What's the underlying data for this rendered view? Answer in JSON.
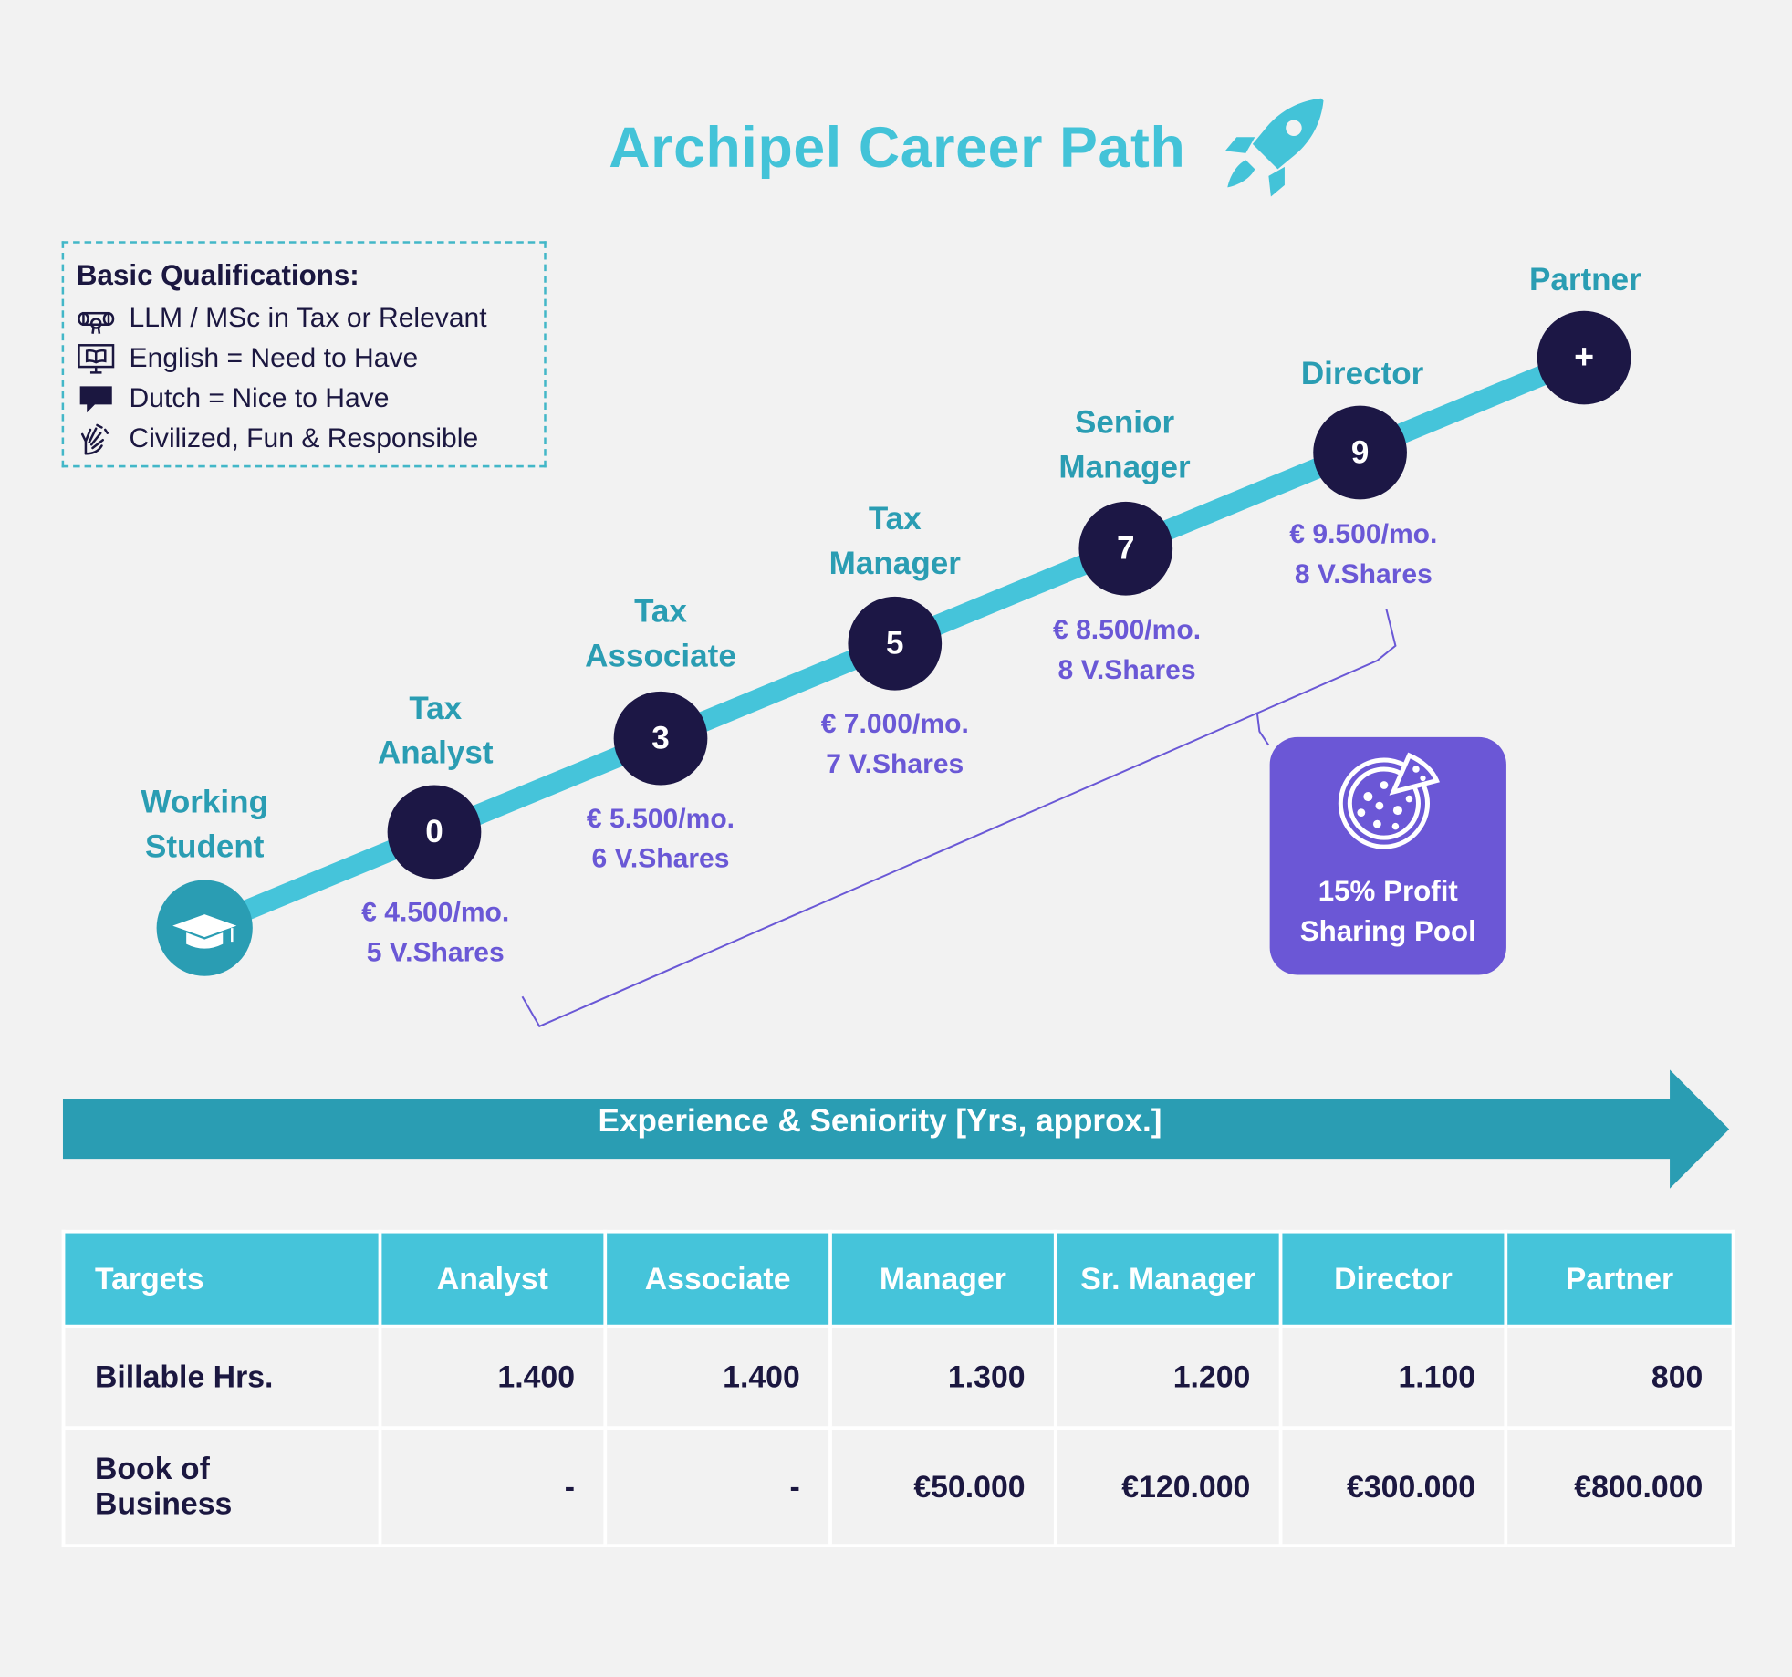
{
  "title": "Archipel Career Path",
  "qualifications": {
    "heading": "Basic Qualifications:",
    "items": [
      {
        "icon": "diploma-icon",
        "text": "LLM / MSc in Tax or Relevant"
      },
      {
        "icon": "computer-book-icon",
        "text": "English = Need to Have"
      },
      {
        "icon": "speech-bubble-icon",
        "text": "Dutch = Nice to Have"
      },
      {
        "icon": "sign-hand-icon",
        "text": "Civilized, Fun & Responsible"
      }
    ]
  },
  "path": [
    {
      "role_line1": "Working",
      "role_line2": "Student",
      "marker": "",
      "icon": "graduation-cap-icon",
      "pay": "",
      "shares": ""
    },
    {
      "role_line1": "Tax",
      "role_line2": "Analyst",
      "marker": "0",
      "pay": "€ 4.500/mo.",
      "shares": "5 V.Shares"
    },
    {
      "role_line1": "Tax",
      "role_line2": "Associate",
      "marker": "3",
      "pay": "€ 5.500/mo.",
      "shares": "6 V.Shares"
    },
    {
      "role_line1": "Tax",
      "role_line2": "Manager",
      "marker": "5",
      "pay": "€ 7.000/mo.",
      "shares": "7 V.Shares"
    },
    {
      "role_line1": "Senior",
      "role_line2": "Manager",
      "marker": "7",
      "pay": "€ 8.500/mo.",
      "shares": "8 V.Shares"
    },
    {
      "role_line1": "Director",
      "role_line2": "",
      "marker": "9",
      "pay": "€ 9.500/mo.",
      "shares": "8 V.Shares"
    },
    {
      "role_line1": "Partner",
      "role_line2": "",
      "marker": "+",
      "pay": "",
      "shares": ""
    }
  ],
  "profit_pool": {
    "line1": "15% Profit",
    "line2": "Sharing Pool",
    "icon": "pizza-icon"
  },
  "axis_label": "Experience & Seniority [Yrs, approx.]",
  "targets_table": {
    "headers": [
      "Targets",
      "Analyst",
      "Associate",
      "Manager",
      "Sr. Manager",
      "Director",
      "Partner"
    ],
    "rows": [
      {
        "label": "Billable Hrs.",
        "cells": [
          "1.400",
          "1.400",
          "1.300",
          "1.200",
          "1.100",
          "800"
        ]
      },
      {
        "label_line1": "Book of",
        "label_line2": "Business",
        "cells": [
          "-",
          "-",
          "€50.000",
          "€120.000",
          "€300.000",
          "€800.000"
        ]
      }
    ]
  },
  "colors": {
    "title": "#43c3d8",
    "track": "#45c4da",
    "node": "#1c1745",
    "role_text": "#2a9db3",
    "pay_text": "#6a58d6",
    "pool": "#6b57d6",
    "arrow": "#2a9db3",
    "table_header": "#45c4da"
  }
}
